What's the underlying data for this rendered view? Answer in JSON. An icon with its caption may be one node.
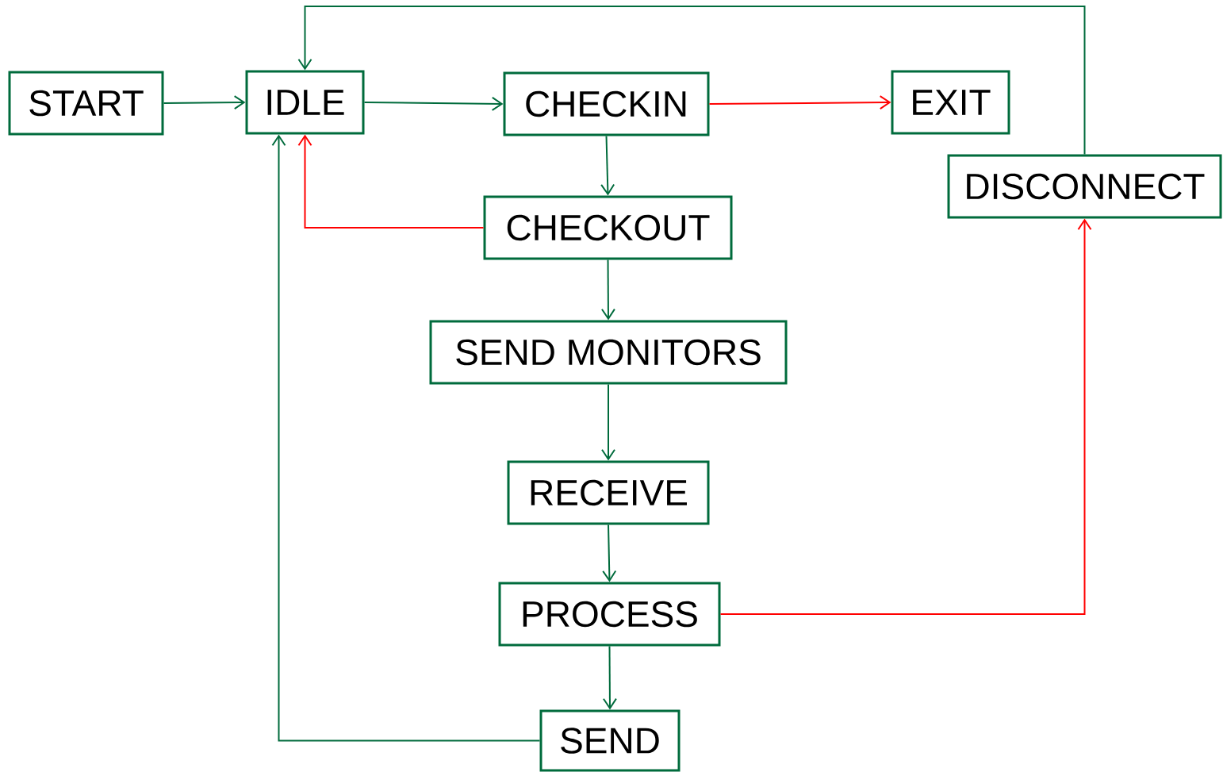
{
  "diagram": {
    "nodes": [
      {
        "text": [
          "START"
        ]
      },
      {
        "text": [
          "IDLE"
        ]
      },
      {
        "text": [
          "CHECKIN"
        ]
      },
      {
        "text": [
          "EXIT"
        ]
      },
      {
        "text": [
          "DISCONNECT"
        ]
      },
      {
        "text": [
          "CHECKOUT"
        ]
      },
      {
        "text": [
          "SEND MONITORS"
        ]
      },
      {
        "text": [
          "RECEIVE"
        ]
      },
      {
        "text": [
          "PROCESS"
        ]
      },
      {
        "text": [
          "SEND"
        ]
      }
    ],
    "edges": [
      {
        "from": 0,
        "to": 1,
        "arrow": "to"
      },
      {
        "from": 1,
        "to": 2,
        "arrow": "to"
      },
      {
        "from": 2,
        "to": 3,
        "arrow": "to",
        "color": "#ff0000"
      },
      {
        "from": 2,
        "to": 5,
        "arrow": "to"
      },
      {
        "from": 5,
        "to": 1,
        "arrow": "to",
        "color": "#ff0000"
      },
      {
        "from": 5,
        "to": 6,
        "arrow": "to"
      },
      {
        "from": 6,
        "to": 7,
        "arrow": "to"
      },
      {
        "from": 7,
        "to": 8,
        "arrow": "to"
      },
      {
        "from": 8,
        "to": 9,
        "arrow": "to"
      },
      {
        "from": 8,
        "to": 4,
        "arrow": "to",
        "color": "#ff0000"
      },
      {
        "from": 9,
        "to": 1,
        "arrow": "to"
      },
      {
        "from": 4,
        "to": 1,
        "arrow": "to"
      }
    ]
  }
}
